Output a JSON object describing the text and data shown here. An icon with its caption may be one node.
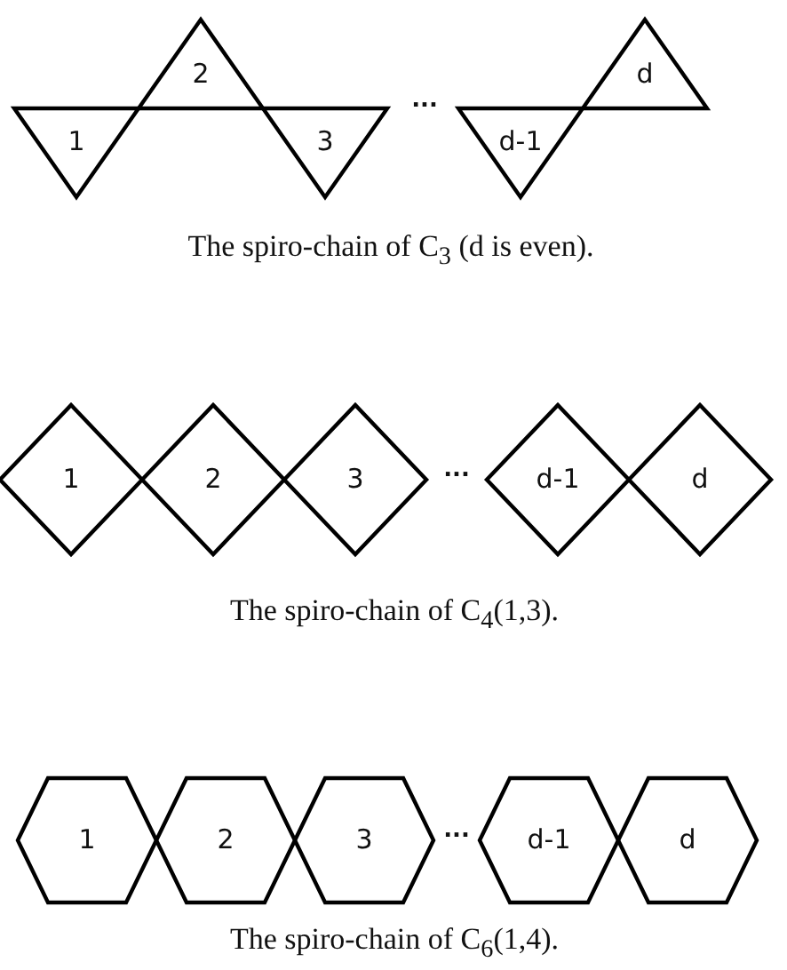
{
  "diagram": {
    "nodes": [
      {
        "text": [
          "1"
        ]
      },
      {
        "text": [
          "2"
        ]
      },
      {
        "text": [
          "3"
        ]
      },
      {
        "text": [
          "d-1"
        ]
      },
      {
        "text": [
          "d"
        ]
      },
      {
        "text": [
          "1"
        ]
      },
      {
        "text": [
          "2"
        ]
      },
      {
        "text": [
          "3"
        ]
      },
      {
        "text": [
          "d-1"
        ]
      },
      {
        "text": [
          "d"
        ]
      },
      {
        "text": [
          "1"
        ]
      },
      {
        "text": [
          "2"
        ]
      },
      {
        "text": [
          "3"
        ]
      },
      {
        "text": [
          "d-1"
        ]
      },
      {
        "text": [
          "d"
        ]
      }
    ],
    "edges": [],
    "labels": [
      "...",
      "The spiro-chain of C$_{3}$ (d is even).",
      "...",
      "The spiro-chain of C$_{4}$(1,3).",
      "...",
      "The spiro-chain of C$_{6}$(1,4)."
    ]
  }
}
